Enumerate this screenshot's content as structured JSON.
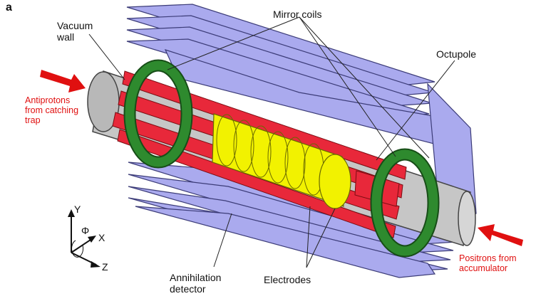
{
  "panel_letter": "a",
  "labels": {
    "vacuum_wall": "Vacuum\nwall",
    "mirror_coils": "Mirror coils",
    "octupole": "Octupole",
    "antiprotons": "Antiprotons\nfrom catching\ntrap",
    "positrons": "Positrons from\naccumulator",
    "annihilation_detector": "Annihilation\ndetector",
    "electrodes": "Electrodes"
  },
  "axes": {
    "y": "Y",
    "phi": "Φ",
    "x": "X",
    "z": "Z"
  },
  "colors": {
    "detector": "#aaaaee",
    "detector_edge": "#3c3c78",
    "tube": "#c6c6c6",
    "octupole": "#e8283a",
    "coil": "#2e8a2e",
    "electrodes": "#f2f200",
    "arrow": "#e01010"
  }
}
